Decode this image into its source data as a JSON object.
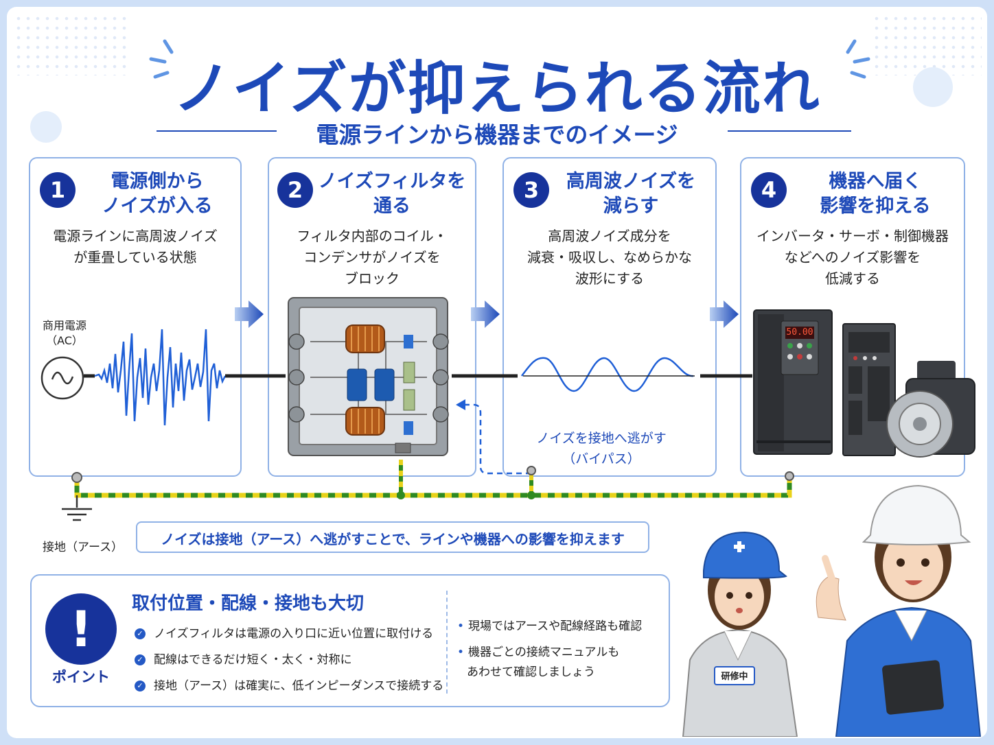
{
  "title": "ノイズが抑えられる流れ",
  "subtitle": "電源ラインから機器までのイメージ",
  "steps": [
    {
      "num": "1",
      "title": "電源側から\nノイズが入る",
      "desc": "電源ラインに高周波ノイズ\nが重畳している状態"
    },
    {
      "num": "2",
      "title": "ノイズフィルタを\n通る",
      "desc": "フィルタ内部のコイル・\nコンデンサがノイズを\nブロック"
    },
    {
      "num": "3",
      "title": "高周波ノイズを\n減らす",
      "desc": "高周波ノイズ成分を\n減衰・吸収し、なめらかな\n波形にする"
    },
    {
      "num": "4",
      "title": "機器へ届く\n影響を抑える",
      "desc": "インバータ・サーボ・制御機器\nなどへのノイズ影響を\n低減する"
    }
  ],
  "source_label": "商用電源\n（AC）",
  "bypass_label": "ノイズを接地へ逃がす\n（バイパス）",
  "inverter_display": "50.00",
  "earth_label": "接地（アース）",
  "message": "ノイズは接地（アース）へ逃がすことで、ラインや機器への影響を抑えます",
  "point": {
    "icon": "!",
    "label": "ポイント",
    "title": "取付位置・配線・接地も大切",
    "checks": [
      "ノイズフィルタは電源の入り口に近い位置に取付ける",
      "配線はできるだけ短く・太く・対称に",
      "接地（アース）は確実に、低インピーダンスで接続する"
    ],
    "notes": [
      "現場ではアースや配線経路も確認",
      "機器ごとの接続マニュアルも\nあわせて確認しましょう"
    ]
  },
  "trainee_badge": "研修中",
  "colors": {
    "accent": "#1d49b8",
    "dark": "#17339b",
    "border": "#8fb1e6",
    "earth_green": "#3a9a2a",
    "earth_yellow": "#e8d21a",
    "wave": "#1f5fd6"
  }
}
